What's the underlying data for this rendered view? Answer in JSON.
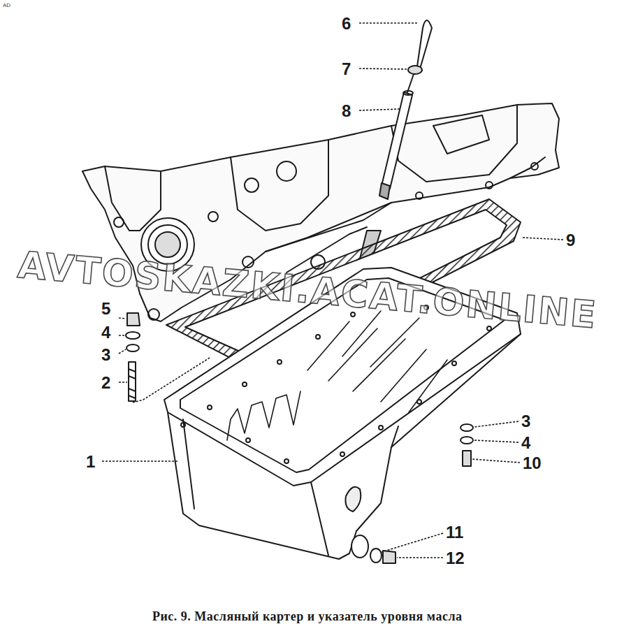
{
  "diagram": {
    "caption": "Рис. 9. Масляный картер и указатель уровня масла",
    "labels": [
      "AD",
      "6",
      "7",
      "8",
      "9",
      "AVTOSKAZKI.ACAT.ONLINE",
      "5",
      "4",
      "3",
      "2",
      "1",
      "3",
      "4",
      "10",
      "11",
      "12"
    ]
  }
}
